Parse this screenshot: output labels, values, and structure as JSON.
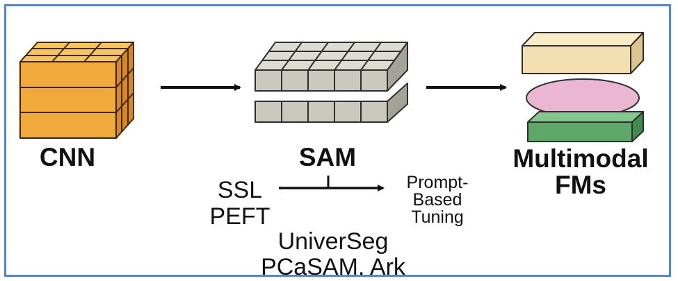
{
  "nodes": {
    "cnn": {
      "label": "CNN",
      "color": "#f0a93a"
    },
    "sam": {
      "label": "SAM",
      "color": "#c9c9bf"
    },
    "multimodal": {
      "line1": "Multimodal",
      "line2": "FMs",
      "colors": {
        "top": "#f3dfb0",
        "middle": "#eab6d2",
        "bottom": "#5da868"
      }
    }
  },
  "left_methods": [
    "SSL",
    "PEFT"
  ],
  "right_methods": [
    "Prompt-",
    "Based",
    "Tuning"
  ],
  "bottom_methods": [
    "UniverSeg",
    "PCaSAM, Ark"
  ]
}
